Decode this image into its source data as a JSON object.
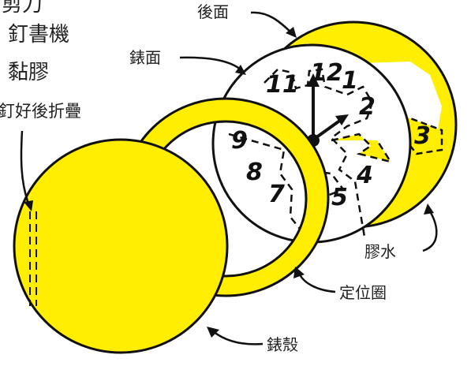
{
  "materials": [
    "剪刀",
    "釘書機",
    "黏膠"
  ],
  "labels": {
    "back": "後面",
    "face": "錶面",
    "staple_fold": "釘好後折疊",
    "glue": "膠水",
    "ring": "定位圈",
    "case": "錶殼"
  },
  "dial_numbers": [
    "12",
    "1",
    "2",
    "3",
    "4",
    "5",
    "7",
    "8",
    "9",
    "11"
  ],
  "colors": {
    "yellow": "#ffee00",
    "outline": "#111111",
    "paper": "#ffffff"
  }
}
